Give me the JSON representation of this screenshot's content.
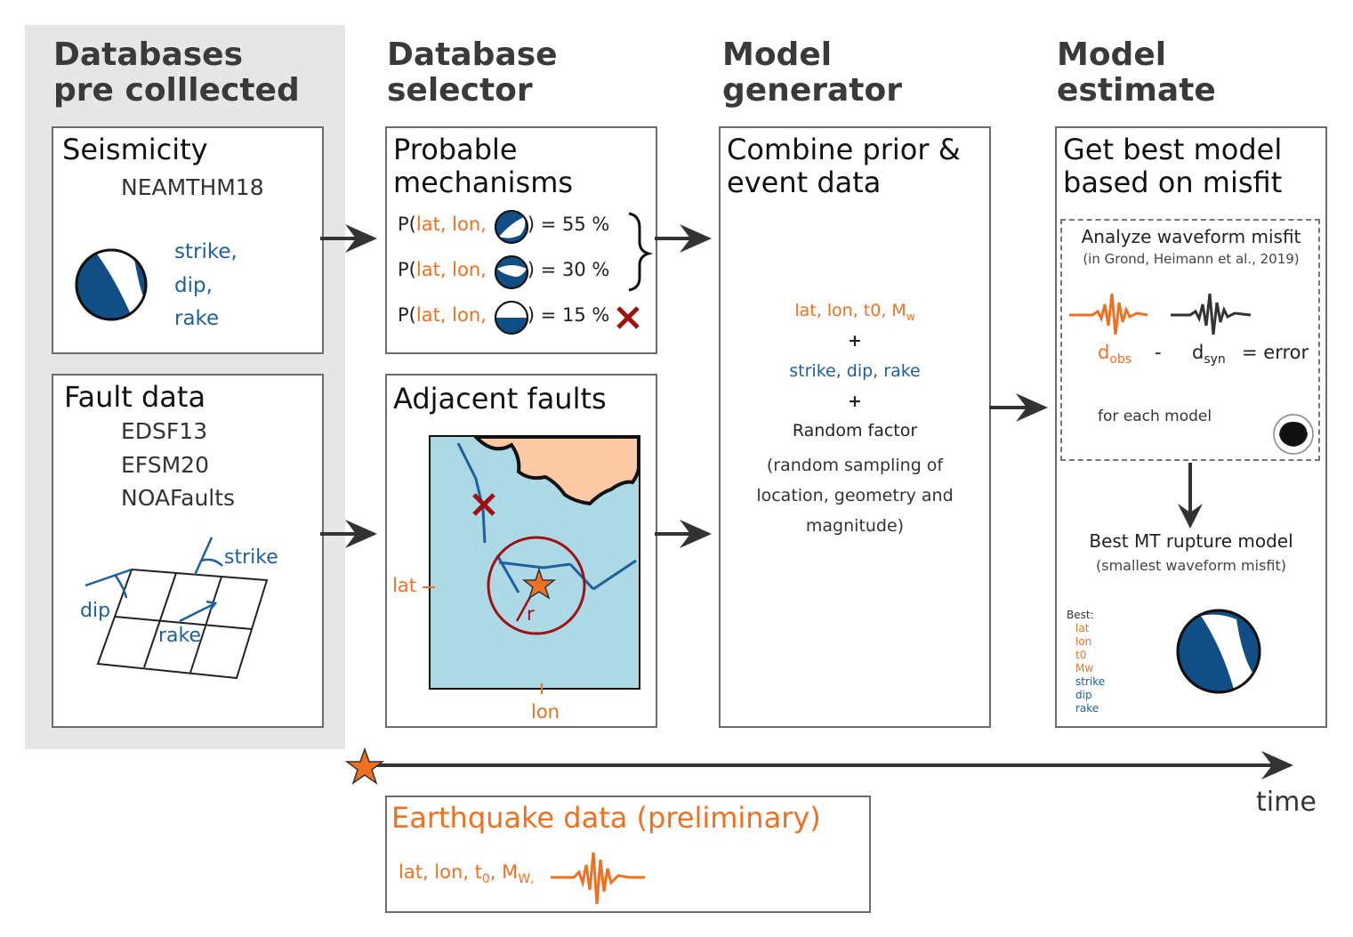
{
  "columns": {
    "databases": {
      "line1": "Databases",
      "line2": "pre colllected"
    },
    "selector": {
      "line1": "Database",
      "line2": "selector"
    },
    "generator": {
      "line1": "Model",
      "line2": "generator"
    },
    "estimate": {
      "line1": "Model",
      "line2": "estimate"
    }
  },
  "seismicity": {
    "title": "Seismicity",
    "source": "NEAMTHM18",
    "params": [
      "strike,",
      "dip,",
      "rake"
    ]
  },
  "fault_data": {
    "title": "Fault data",
    "sources": [
      "EDSF13",
      "EFSM20",
      "NOAFaults"
    ],
    "labels": {
      "strike": "strike",
      "dip": "dip",
      "rake": "rake"
    }
  },
  "probable": {
    "title_line1": "Probable",
    "title_line2": "mechanisms",
    "rows": [
      {
        "prefix": "P(",
        "coords": "lat, lon,",
        "suffix": ") = 55 %"
      },
      {
        "prefix": "P(",
        "coords": "lat, lon,",
        "suffix": ") = 30 %"
      },
      {
        "prefix": "P(",
        "coords": "lat, lon,",
        "suffix": ") = 15 %"
      }
    ]
  },
  "adjacent": {
    "title": "Adjacent faults",
    "lat": "lat",
    "lon": "lon",
    "r": "r"
  },
  "generator": {
    "title_line1": "Combine prior &",
    "title_line2": "event data",
    "event_params": "lat, lon, t0, M",
    "event_sub": "w",
    "plus": "+",
    "mech_params": "strike, dip, rake",
    "random": "Random factor",
    "random_desc": [
      "(random sampling of",
      "location, geometry and",
      "magnitude)"
    ]
  },
  "estimate": {
    "title_line1": "Get best model",
    "title_line2": "based on misfit",
    "analyze": "Analyze waveform misfit",
    "citation": "(in Grond, Heimann et al., 2019)",
    "d": "d",
    "obs": "obs",
    "minus": "-",
    "syn": "syn",
    "equals": "= error",
    "each": "for each model",
    "best_title": "Best MT rupture model",
    "best_sub": "(smallest waveform misfit)",
    "best_label": "Best:",
    "best_orange": [
      "lat",
      "lon",
      "t0",
      "Mw"
    ],
    "best_blue": [
      "strike",
      "dip",
      "rake"
    ]
  },
  "timeline": {
    "label": "time"
  },
  "earthquake": {
    "title": "Earthquake data (preliminary)",
    "params": "lat, lon, t",
    "t_sub": "0",
    "m": ", M",
    "m_sub": "W,"
  },
  "colors": {
    "blue": "#1f5f9b",
    "orange": "#f07020",
    "darkred": "#a01010",
    "sea": "#add8e6",
    "land": "#fbc9a3"
  }
}
